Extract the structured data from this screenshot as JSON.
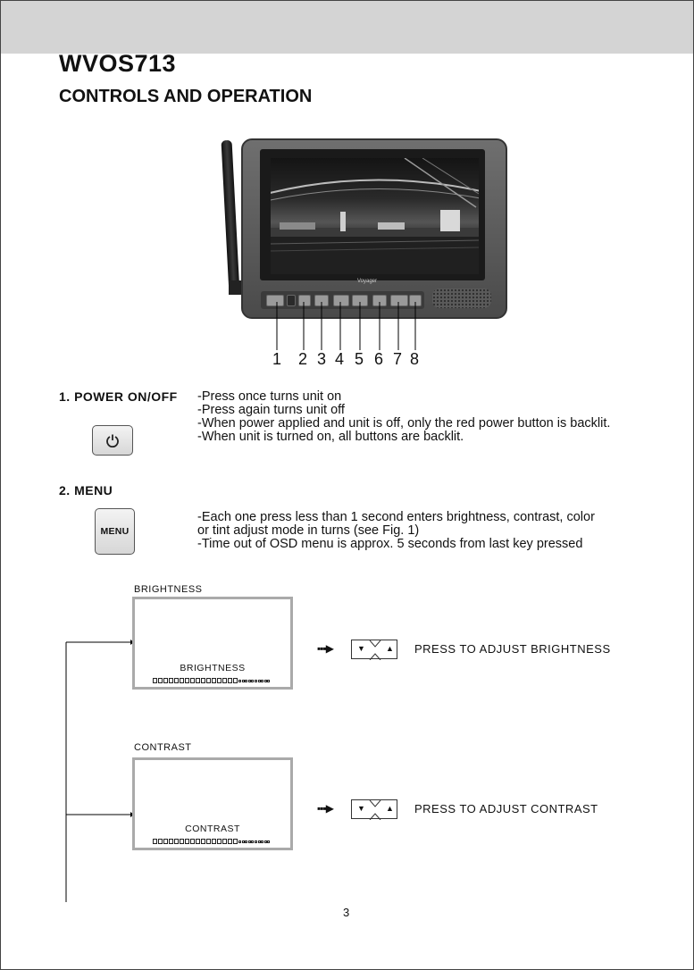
{
  "header": {
    "model": "WVOS713",
    "title": "CONTROLS AND OPERATION"
  },
  "monitor": {
    "brand": "Voyager",
    "callout_numbers": [
      "1",
      "2",
      "3",
      "4",
      "5",
      "6",
      "7",
      "8"
    ]
  },
  "power": {
    "label": "1. POWER ON/OFF",
    "icon": "power-icon",
    "lines": [
      "-Press once turns unit on",
      "-Press again turns unit off",
      "-When power applied and unit is off, only the red power button is backlit.",
      "-When unit is turned on, all buttons are backlit."
    ]
  },
  "menu": {
    "label": "2. MENU",
    "button_text": "MENU",
    "lines": [
      "-Each one press less than 1 second enters brightness, contrast, color",
      "or tint adjust mode in turns (see Fig. 1)",
      "-Time out of OSD menu is approx. 5 seconds from last key pressed"
    ]
  },
  "osd": [
    {
      "caption": "BRIGHTNESS",
      "screen_label": "BRIGHTNESS",
      "level": 0.62,
      "instruction": "PRESS TO ADJUST BRIGHTNESS",
      "key_left": "▼",
      "key_right": "▲"
    },
    {
      "caption": "CONTRAST",
      "screen_label": "CONTRAST",
      "level": 0.62,
      "instruction": "PRESS TO ADJUST CONTRAST",
      "key_left": "▼",
      "key_right": "▲"
    }
  ],
  "footer": {
    "page_number": "3"
  }
}
